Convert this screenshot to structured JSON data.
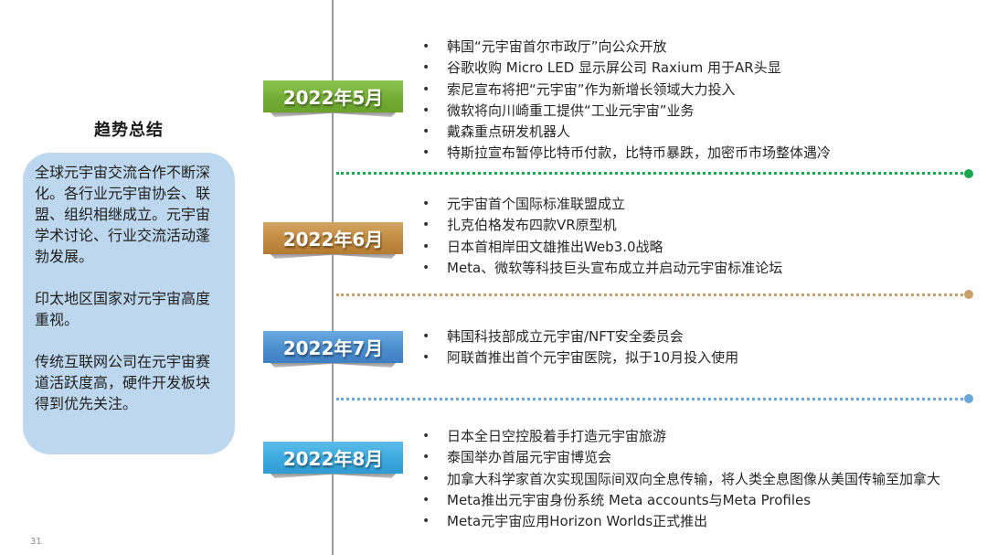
{
  "summary": {
    "title": "趋势总结",
    "paragraphs": [
      "全球元宇宙交流合作不断深化。各行业元宇宙协会、联盟、组织相继成立。元宇宙学术讨论、行业交流活动蓬勃发展。",
      "印太地区国家对元宇宙高度重视。",
      "传统互联网公司在元宇宙赛道活跃度高，硬件开发板块得到优先关注。"
    ]
  },
  "timeline": [
    {
      "label": "2022年5月",
      "color": "#7fb63f",
      "events": [
        "韩国“元宇宙首尔市政厅”向公众开放",
        "谷歌收购 Micro LED 显示屏公司 Raxium 用于AR头显",
        "索尼宣布将把“元宇宙”作为新增长领域大力投入",
        "微软将向川崎重工提供“工业元宇宙”业务",
        "戴森重点研发机器人",
        "特斯拉宣布暂停比特币付款，比特币暴跌，加密币市场整体遇冷"
      ]
    },
    {
      "label": "2022年6月",
      "color": "#c89a52",
      "events": [
        "元宇宙首个国际标准联盟成立",
        "扎克伯格发布四款VR原型机",
        "日本首相岸田文雄推出Web3.0战略",
        "Meta、微软等科技巨头宣布成立并启动元宇宙标准论坛"
      ]
    },
    {
      "label": "2022年7月",
      "color": "#4e93d2",
      "events": [
        "韩国科技部成立元宇宙/NFT安全委员会",
        "阿联酋推出首个元宇宙医院，拟于10月投入使用"
      ]
    },
    {
      "label": "2022年8月",
      "color": "#42aee0",
      "events": [
        "日本全日空控股着手打造元宇宙旅游",
        "泰国举办首届元宇宙博览会",
        "加拿大科学家首次实现国际间双向全息传输，将人类全息图像从美国传输至加拿大",
        "Meta推出元宇宙身份系统 Meta accounts与Meta Profiles",
        "Meta元宇宙应用Horizon Worlds正式推出"
      ]
    }
  ],
  "dividers": [
    {
      "color": "#1aa84f"
    },
    {
      "color": "#c9a06a"
    },
    {
      "color": "#6aa8dc"
    }
  ],
  "page_number": "31"
}
